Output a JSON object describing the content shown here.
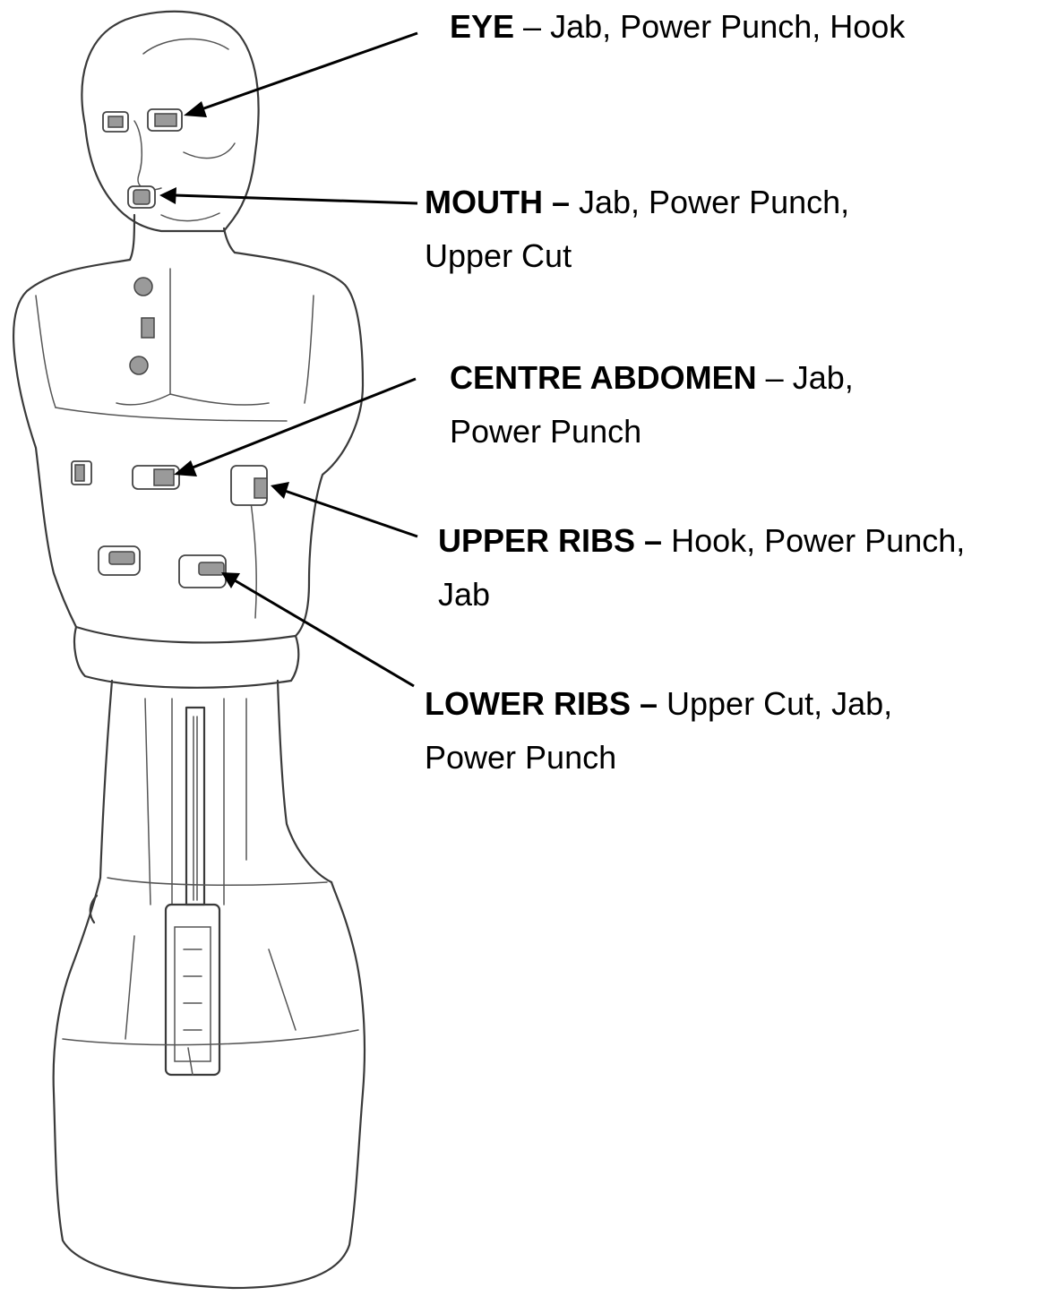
{
  "labels": {
    "eye": {
      "name": "EYE",
      "desc": " – Jab, Power Punch, Hook"
    },
    "mouth": {
      "name": "MOUTH –",
      "desc": " Jab, Power Punch,",
      "line2": "Upper Cut"
    },
    "centre_abdomen": {
      "name": "CENTRE  ABDOMEN",
      "desc": " – Jab,",
      "line2": "Power Punch"
    },
    "upper_ribs": {
      "name": "UPPER RIBS –",
      "desc": " Hook, Power Punch,",
      "line2": "Jab"
    },
    "lower_ribs": {
      "name": "LOWER RIBS –",
      "desc": " Upper Cut, Jab,",
      "line2": "Power Punch"
    }
  },
  "colors": {
    "text": "#000000",
    "outline": "#3a3a3a",
    "target_fill": "#9a9a9a"
  }
}
